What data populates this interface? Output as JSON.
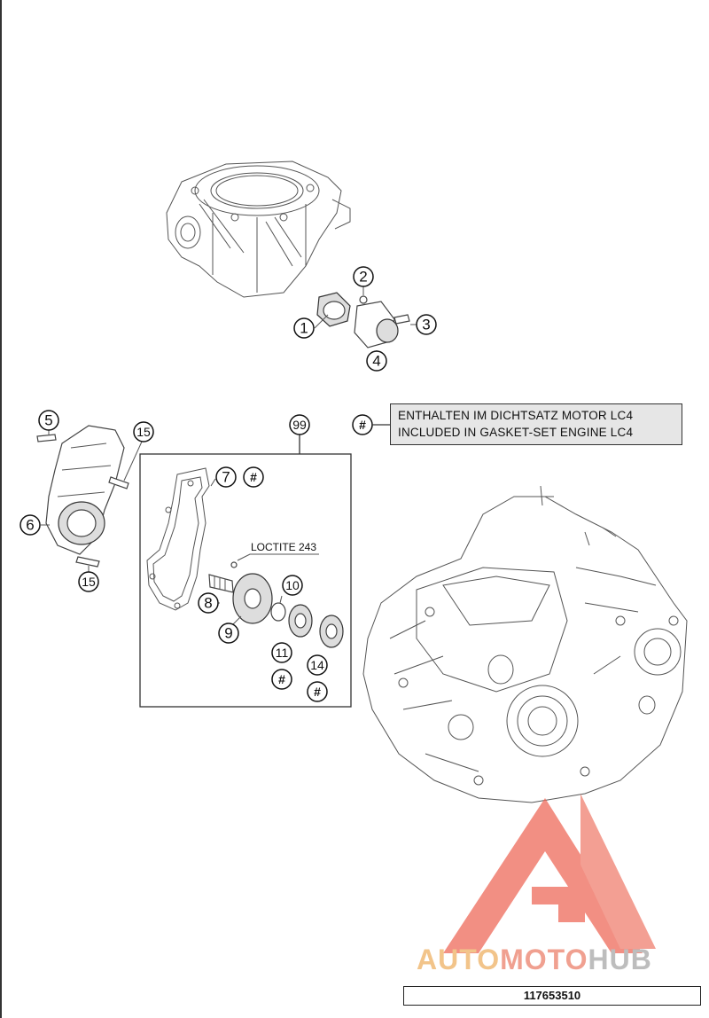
{
  "callouts": {
    "c1": "1",
    "c2": "2",
    "c3": "3",
    "c4": "4",
    "c5": "5",
    "c6": "6",
    "c7": "7",
    "c8": "8",
    "c9": "9",
    "c10": "10",
    "c11": "11",
    "c14": "14",
    "c15a": "15",
    "c15b": "15",
    "c99": "99",
    "hash_7": "#",
    "hash_11": "#",
    "hash_14": "#",
    "hash_legend": "#"
  },
  "legend": {
    "line1": "ENTHALTEN IM DICHTSATZ MOTOR LC4",
    "line2": "INCLUDED IN GASKET-SET ENGINE LC4"
  },
  "loctite_label": "LOCTITE 243",
  "watermark": {
    "part1": "AUTO",
    "part2": "MOTO",
    "part3": "HUB",
    "colors": {
      "auto": "#f2c48a",
      "moto": "#f0a090",
      "hub": "#bdbdbd",
      "triangle": "#ee6a5a"
    }
  },
  "document_number": "117653510",
  "icons": [
    "engine-cylinder-drawing",
    "engine-crankcase-drawing",
    "water-pump-cover-drawing",
    "gasket-drawing",
    "impeller-drawing",
    "logo-triangle-icon"
  ]
}
